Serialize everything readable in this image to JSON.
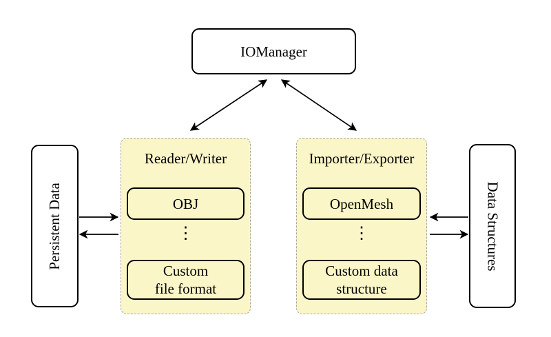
{
  "diagram": {
    "iomanager_label": "IOManager",
    "left_side_label": "Persistent Data",
    "right_side_label": "Data Structures",
    "ellipsis": "⋮",
    "groups": [
      {
        "title": "Reader/Writer",
        "top_item": "OBJ",
        "bottom_item": "Custom\nfile format"
      },
      {
        "title": "Importer/Exporter",
        "top_item": "OpenMesh",
        "bottom_item": "Custom data\nstructure"
      }
    ],
    "colors": {
      "group_fill": "#FBF6C8",
      "group_border": "#A8A8A8",
      "node_border": "#000000",
      "arrow": "#000000",
      "background": "#FFFFFF"
    }
  }
}
